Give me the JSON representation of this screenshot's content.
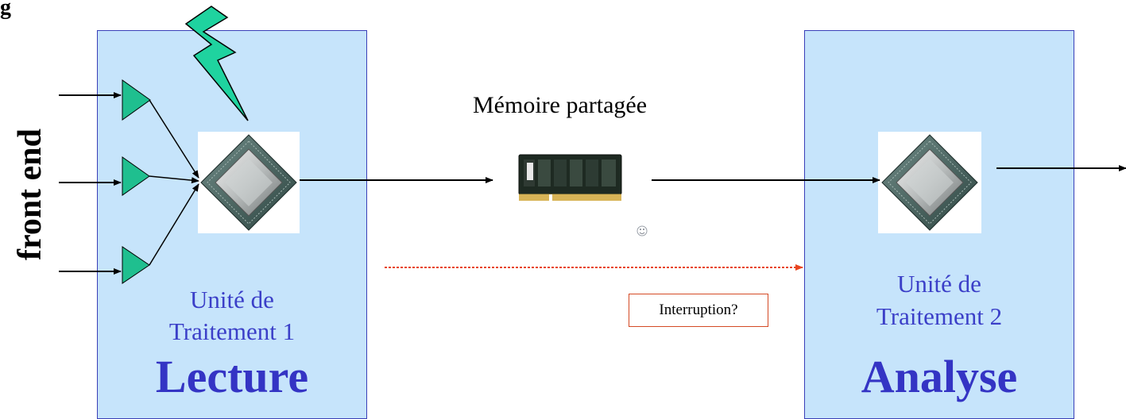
{
  "figure": {
    "label": "g",
    "front_end": "front end",
    "shared_memory": "Mémoire partagée",
    "interruption": "Interruption?",
    "unit1": {
      "line1": "Unité de",
      "line2": "Traitement 1",
      "title": "Lecture"
    },
    "unit2": {
      "line1": "Unité de",
      "line2": "Traitement 2",
      "title": "Analyse"
    }
  },
  "colors": {
    "box_fill": "#c6e4fb",
    "box_border": "#3a3fb8",
    "unit_text": "#3b3fc8",
    "amplifier": "#1fbf8f",
    "lightning": "#1fd39f",
    "interrupt": "#e8451f"
  },
  "icons": [
    "cpu-chip-icon",
    "ram-module-icon",
    "lightning-bolt-icon",
    "amplifier-triangle-icon",
    "small-face-icon"
  ]
}
